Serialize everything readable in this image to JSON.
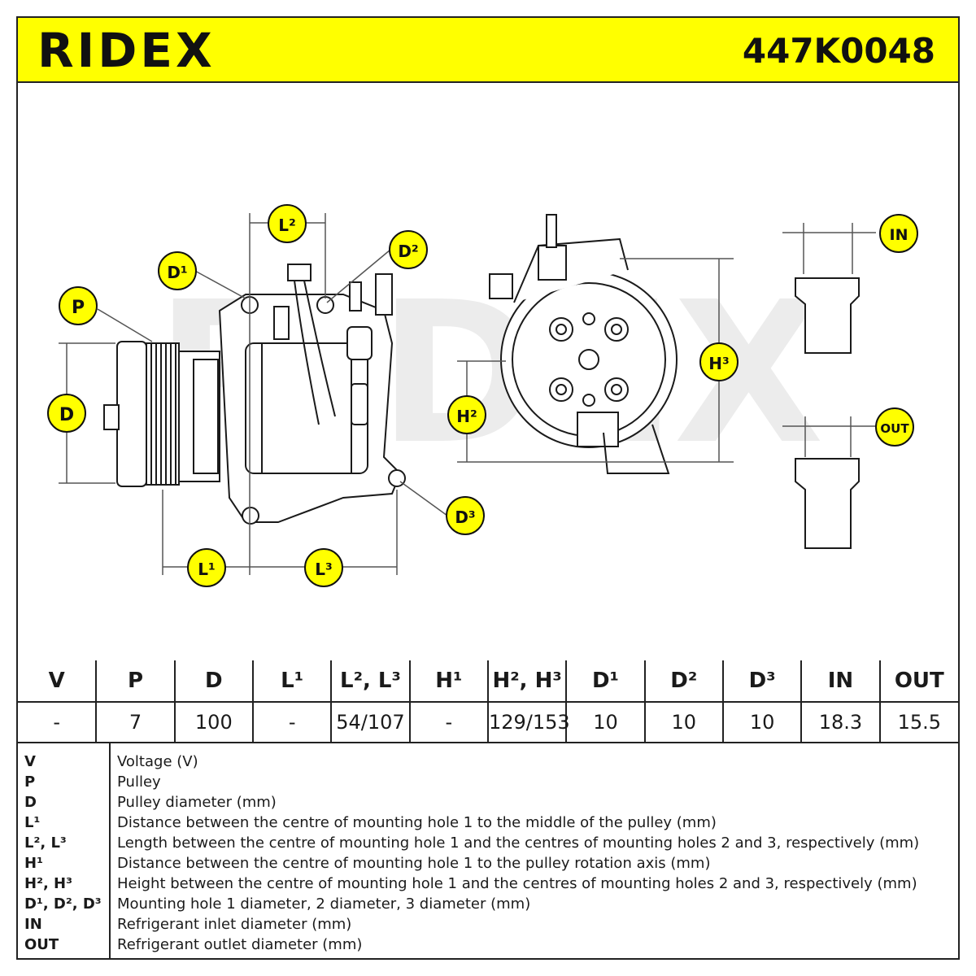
{
  "header": {
    "brand": "RIDEX",
    "part_number": "447K0048",
    "brand_color": "#ffff00"
  },
  "labels": {
    "P": "P",
    "D": "D",
    "D1": "D¹",
    "D2": "D²",
    "D3": "D³",
    "L1": "L¹",
    "L2": "L²",
    "L3": "L³",
    "H2": "H²",
    "H3": "H³",
    "IN": "IN",
    "OUT": "OUT"
  },
  "spec_table": {
    "headers": [
      "V",
      "P",
      "D",
      "L¹",
      "L², L³",
      "H¹",
      "H², H³",
      "D¹",
      "D²",
      "D³",
      "IN",
      "OUT"
    ],
    "values": [
      "-",
      "7",
      "100",
      "-",
      "54/107",
      "-",
      "129/153",
      "10",
      "10",
      "10",
      "18.3",
      "15.5"
    ]
  },
  "legend": [
    {
      "abbr": "V",
      "desc": "Voltage (V)"
    },
    {
      "abbr": "P",
      "desc": "Pulley"
    },
    {
      "abbr": "D",
      "desc": "Pulley diameter (mm)"
    },
    {
      "abbr": "L¹",
      "desc": "Distance between the centre of mounting hole 1 to the middle of the pulley (mm)"
    },
    {
      "abbr": "L², L³",
      "desc": "Length between the centre of mounting hole 1 and the centres of mounting holes 2 and 3, respectively (mm)"
    },
    {
      "abbr": "H¹",
      "desc": "Distance between the centre of mounting hole 1 to the pulley rotation axis (mm)"
    },
    {
      "abbr": "H², H³",
      "desc": "Height between the centre of mounting hole 1 and the centres of mounting holes 2 and 3, respectively (mm)"
    },
    {
      "abbr": "D¹, D², D³",
      "desc": "Mounting hole 1 diameter, 2 diameter, 3 diameter (mm)"
    },
    {
      "abbr": "IN",
      "desc": "Refrigerant inlet diameter (mm)"
    },
    {
      "abbr": "OUT",
      "desc": "Refrigerant outlet diameter (mm)"
    }
  ]
}
